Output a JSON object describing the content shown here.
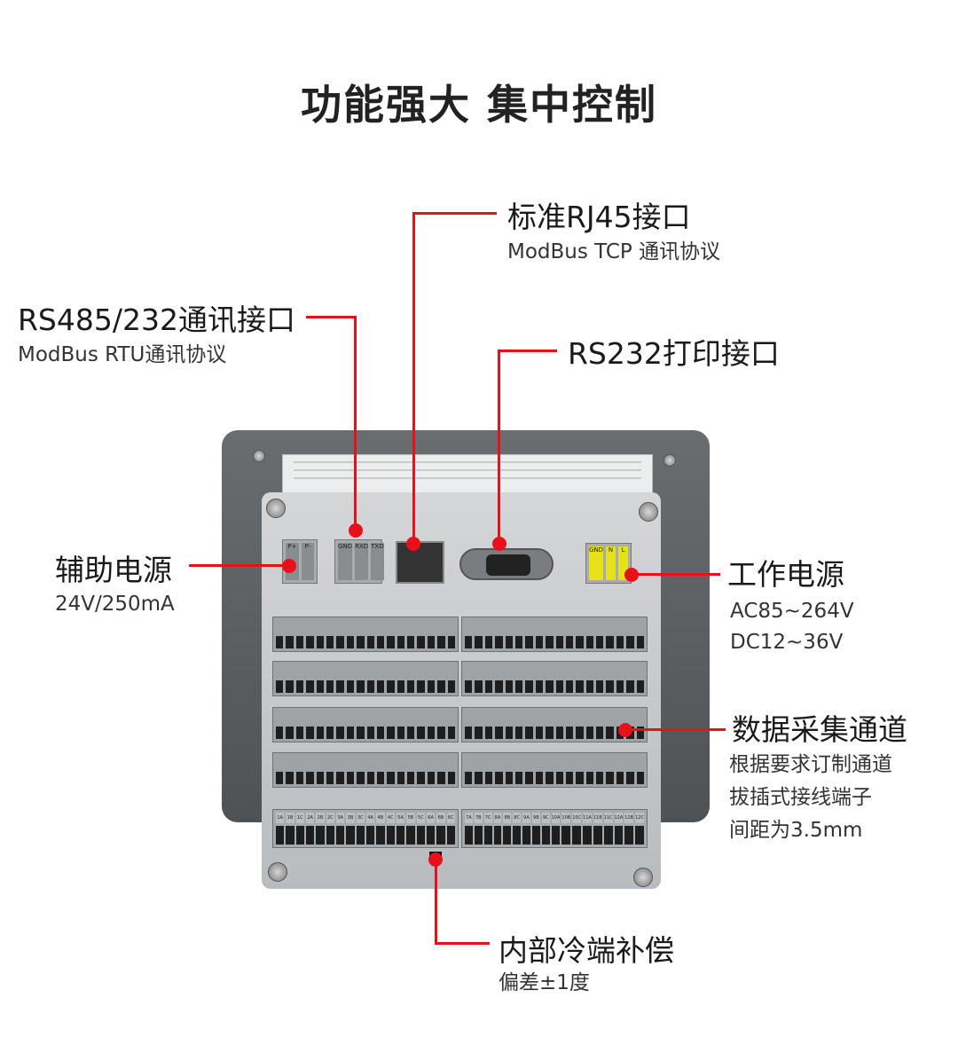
{
  "title": "功能强大 集中控制",
  "callouts": {
    "rj45": {
      "label": "标准RJ45接口",
      "sub": "ModBus TCP 通讯协议"
    },
    "rs485": {
      "label": "RS485/232通讯接口",
      "sub": "ModBus RTU通讯协议"
    },
    "rs232": {
      "label": "RS232打印接口"
    },
    "aux_power": {
      "label": "辅助电源",
      "sub": "24V/250mA"
    },
    "work_power": {
      "label": "工作电源",
      "sub1": "AC85~264V",
      "sub2": "DC12~36V"
    },
    "channels": {
      "label": "数据采集通道",
      "sub1": "根据要求订制通道",
      "sub2": "拔插式接线端子",
      "sub3": "间距为3.5mm"
    },
    "cold_junction": {
      "label": "内部冷端补偿",
      "sub": "偏差±1度"
    }
  },
  "device": {
    "aux_terminals": [
      "P+",
      "P-"
    ],
    "comm_terminals": [
      "GND",
      "RXD",
      "TXD"
    ],
    "power_terminals": [
      "GND",
      "N",
      "L"
    ],
    "bottom_left_terminals": [
      "1A",
      "1B",
      "1C",
      "2A",
      "2B",
      "2C",
      "3A",
      "3B",
      "3C",
      "4A",
      "4B",
      "4C",
      "5A",
      "5B",
      "5C",
      "6A",
      "6B",
      "6C"
    ],
    "bottom_right_terminals": [
      "7A",
      "7B",
      "7C",
      "8A",
      "8B",
      "8C",
      "9A",
      "9B",
      "9C",
      "10A",
      "10B",
      "10C",
      "11A",
      "11B",
      "11C",
      "12A",
      "12B",
      "12C"
    ]
  },
  "colors": {
    "accent": "#e8101b",
    "power_label": "#e6e21a"
  }
}
